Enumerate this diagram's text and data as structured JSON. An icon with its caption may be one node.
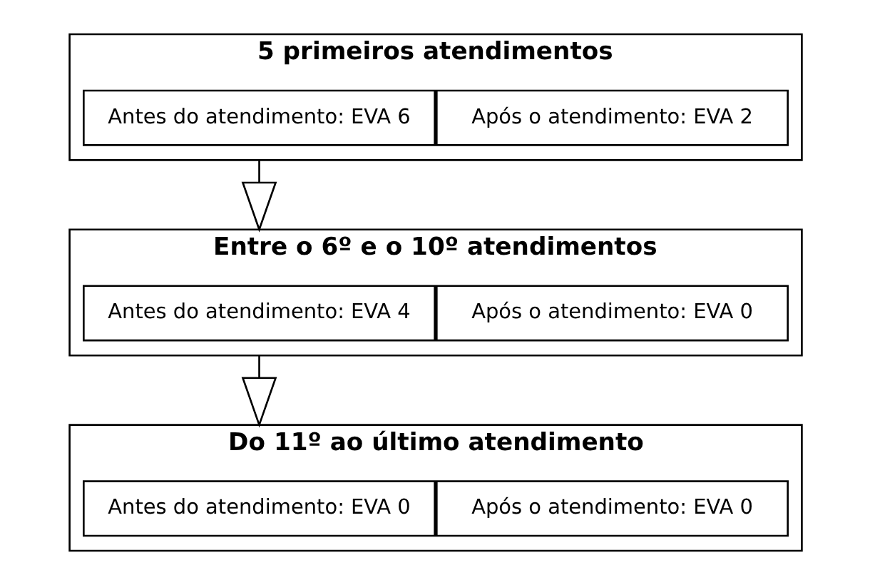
{
  "diagram": {
    "nodes": [
      {
        "text": [
          "5 primeiros atendimentos"
        ]
      },
      {
        "text": [
          "Antes do atendimento: EVA 6"
        ],
        "in": 0
      },
      {
        "text": [
          "Após o atendimento: EVA 2"
        ],
        "in": 0
      },
      {
        "text": [
          "Entre o 6º e o 10º atendimentos"
        ]
      },
      {
        "text": [
          "Antes do atendimento: EVA 4"
        ],
        "in": 3
      },
      {
        "text": [
          "Após o atendimento: EVA 0"
        ],
        "in": 3
      },
      {
        "text": [
          "Do 11º ao último atendimento"
        ]
      },
      {
        "text": [
          "Antes do atendimento: EVA 0"
        ],
        "in": 6
      },
      {
        "text": [
          "Após o atendimento: EVA 0"
        ],
        "in": 6
      }
    ],
    "edges": [
      {
        "from": 0,
        "to": 3,
        "arrow": "to"
      },
      {
        "from": 3,
        "to": 6,
        "arrow": "to"
      }
    ]
  }
}
